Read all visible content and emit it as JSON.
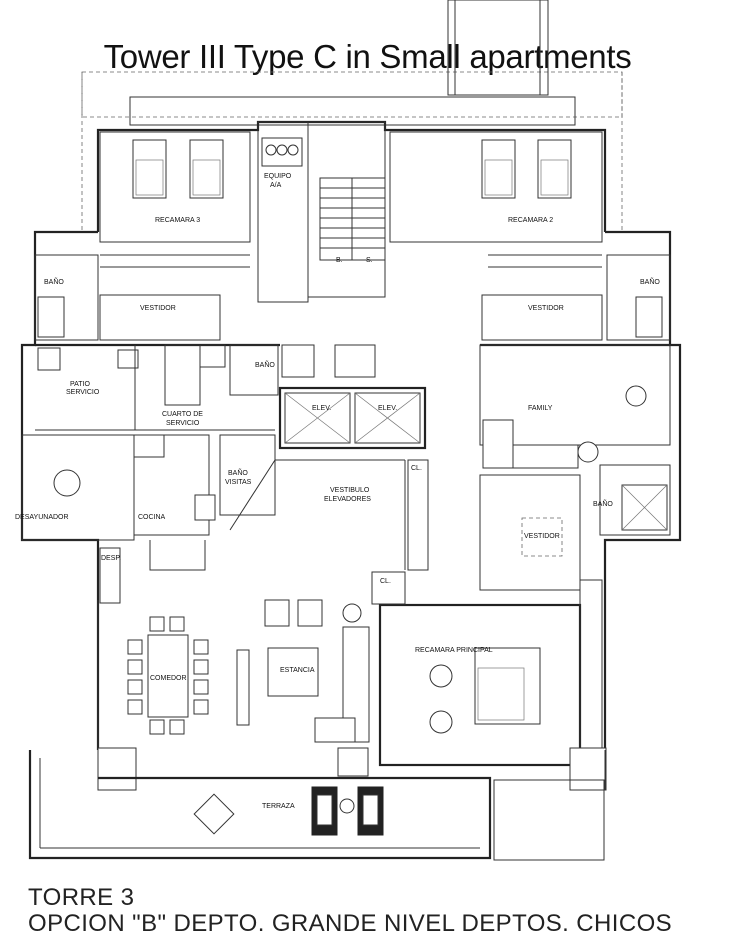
{
  "title": "Tower III Type C in Small apartments",
  "footer": {
    "line1": "TORRE 3",
    "line2": "OPCION \"B\" DEPTO. GRANDE NIVEL DEPTOS. CHICOS"
  },
  "rooms": {
    "equipo": "EQUIPO",
    "equipo2": "A/A",
    "recamara3": "RECAMARA 3",
    "recamara2": "RECAMARA 2",
    "bano_left": "BAÑO",
    "bano_right": "BAÑO",
    "vestidor_left": "VESTIDOR",
    "vestidor_right": "VESTIDOR",
    "bano_center": "BAÑO",
    "patio1": "PATIO",
    "patio2": "SERVICIO",
    "cuarto1": "CUARTO DE",
    "cuarto2": "SERVICIO",
    "elev1": "ELEV.",
    "elev2": "ELEV.",
    "family": "FAMILY",
    "cl1": "CL.",
    "bano_visitas1": "BAÑO",
    "bano_visitas2": "VISITAS",
    "vestibulo1": "VESTIBULO",
    "vestibulo2": "ELEVADORES",
    "bano_master": "BAÑO",
    "desayunador": "DESAYUNADOR",
    "cocina": "COCINA",
    "vestidor_master": "VESTIDOR",
    "desp": "DESP.",
    "cl2": "CL.",
    "comedor": "COMEDOR",
    "estancia": "ESTANCIA",
    "recamara_principal": "RECAMARA PRINCIPAL",
    "terraza": "TERRAZA",
    "stair_b": "B.",
    "stair_s": "S."
  }
}
